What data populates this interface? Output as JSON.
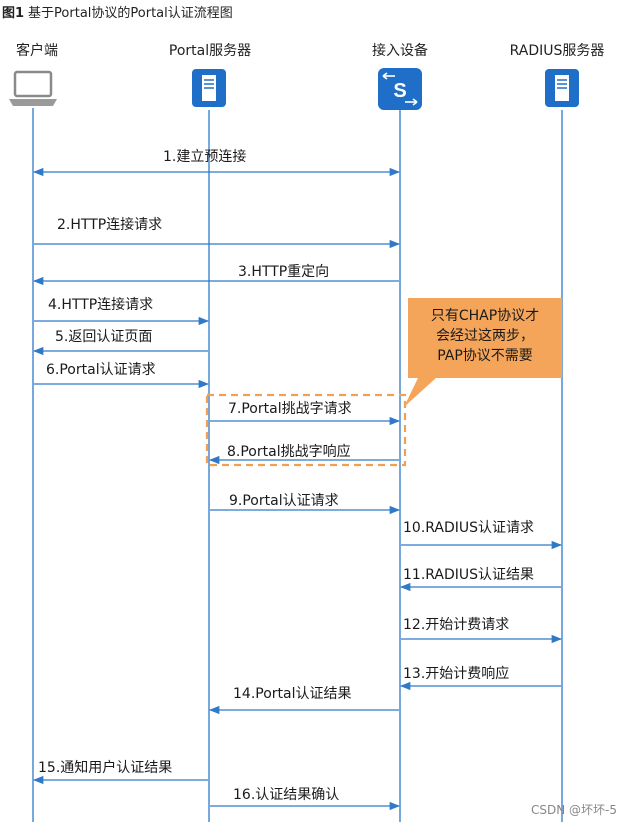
{
  "figure": {
    "label": "图1",
    "title": "基于Portal协议的Portal认证流程图"
  },
  "actors": [
    {
      "name": "客户端",
      "icon": "laptop-icon"
    },
    {
      "name": "Portal服务器",
      "icon": "server-icon"
    },
    {
      "name": "接入设备",
      "icon": "switch-icon"
    },
    {
      "name": "RADIUS服务器",
      "icon": "server-icon"
    }
  ],
  "messages": [
    {
      "label": "1.建立预连接",
      "from": "客户端",
      "to": "接入设备",
      "bidirectional": true
    },
    {
      "label": "2.HTTP连接请求",
      "from": "客户端",
      "to": "接入设备"
    },
    {
      "label": "3.HTTP重定向",
      "from": "接入设备",
      "to": "客户端"
    },
    {
      "label": "4.HTTP连接请求",
      "from": "客户端",
      "to": "Portal服务器"
    },
    {
      "label": "5.返回认证页面",
      "from": "Portal服务器",
      "to": "客户端"
    },
    {
      "label": "6.Portal认证请求",
      "from": "客户端",
      "to": "Portal服务器"
    },
    {
      "label": "7.Portal挑战字请求",
      "from": "Portal服务器",
      "to": "接入设备"
    },
    {
      "label": "8.Portal挑战字响应",
      "from": "接入设备",
      "to": "Portal服务器"
    },
    {
      "label": "9.Portal认证请求",
      "from": "Portal服务器",
      "to": "接入设备"
    },
    {
      "label": "10.RADIUS认证请求",
      "from": "接入设备",
      "to": "RADIUS服务器"
    },
    {
      "label": "11.RADIUS认证结果",
      "from": "RADIUS服务器",
      "to": "接入设备"
    },
    {
      "label": "12.开始计费请求",
      "from": "接入设备",
      "to": "RADIUS服务器"
    },
    {
      "label": "13.开始计费响应",
      "from": "RADIUS服务器",
      "to": "接入设备"
    },
    {
      "label": "14.Portal认证结果",
      "from": "接入设备",
      "to": "Portal服务器"
    },
    {
      "label": "15.通知用户认证结果",
      "from": "Portal服务器",
      "to": "客户端"
    },
    {
      "label": "16.认证结果确认",
      "from": "Portal服务器",
      "to": "接入设备"
    }
  ],
  "note": {
    "lines": [
      "只有CHAP协议才",
      "会经过这两步，",
      "PAP协议不需要"
    ]
  },
  "watermark": "CSDN @坏坏-5",
  "colors": {
    "lifeline": "#2f79c8",
    "arrow": "#2f79c8",
    "icon_blue": "#1f6fc8",
    "note": "#f5a55a",
    "dashed_box": "#f0a050"
  }
}
